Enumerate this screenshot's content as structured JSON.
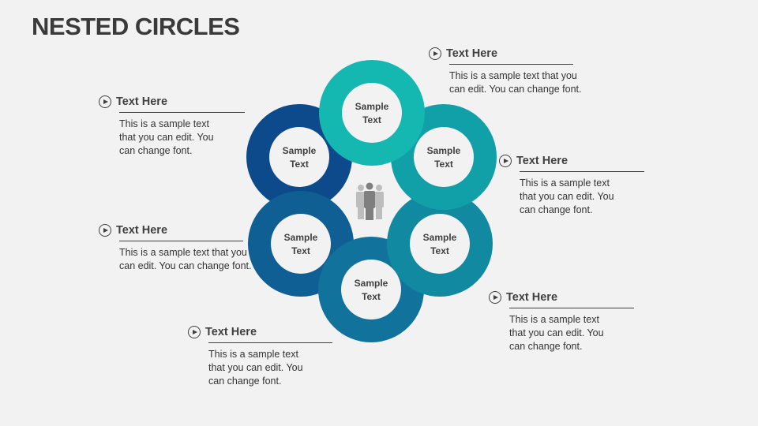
{
  "title": "NESTED CIRCLES",
  "circles": [
    {
      "label1": "Sample",
      "label2": "Text",
      "color": "#14B8B0"
    },
    {
      "label1": "Sample",
      "label2": "Text",
      "color": "#12A0A8"
    },
    {
      "label1": "Sample",
      "label2": "Text",
      "color": "#1189A0"
    },
    {
      "label1": "Sample",
      "label2": "Text",
      "color": "#11739C"
    },
    {
      "label1": "Sample",
      "label2": "Text",
      "color": "#0F5F95"
    },
    {
      "label1": "Sample",
      "label2": "Text",
      "color": "#0C4A8C"
    }
  ],
  "center_icon": "people-group-icon",
  "callouts": [
    {
      "heading": "Text Here",
      "lines": [
        "This is a sample text that you",
        "can edit. You can change font."
      ]
    },
    {
      "heading": "Text Here",
      "lines": [
        "This is a sample text",
        "that you can edit. You",
        "can change font."
      ]
    },
    {
      "heading": "Text Here",
      "lines": [
        "This is a sample text",
        "that you can edit. You",
        "can change font."
      ]
    },
    {
      "heading": "Text Here",
      "lines": [
        "This is a sample text that you",
        "can edit. You can change font."
      ]
    },
    {
      "heading": "Text Here",
      "lines": [
        "This is a sample text",
        "that you can edit. You",
        "can change font."
      ]
    },
    {
      "heading": "Text Here",
      "lines": [
        "This is a sample text",
        "that you can edit. You",
        "can change font."
      ]
    }
  ]
}
